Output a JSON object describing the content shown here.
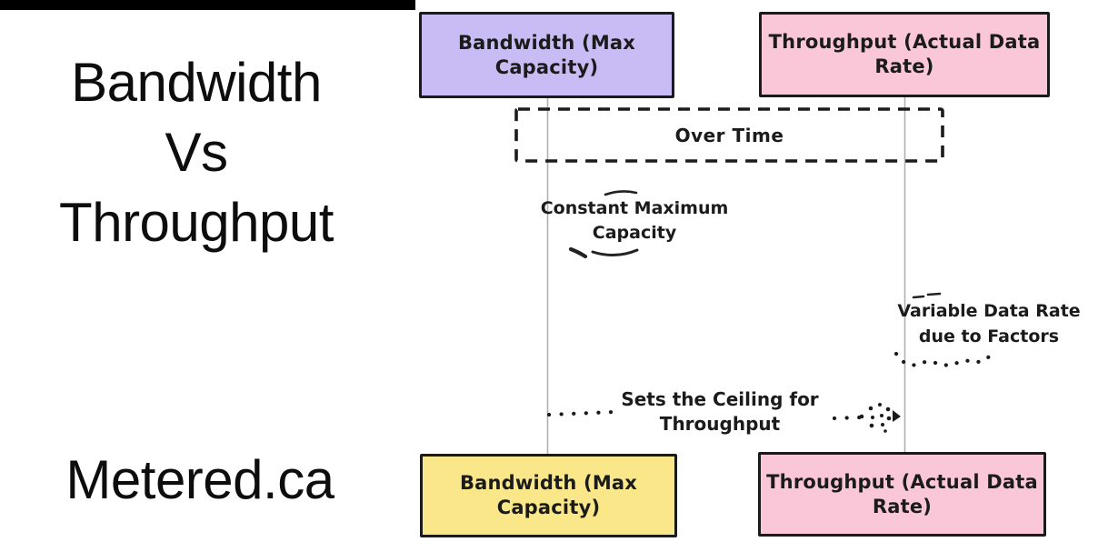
{
  "page": {
    "title": "Bandwidth\nVs\nThroughput",
    "brand": "Metered.ca"
  },
  "diagram": {
    "actors": [
      {
        "id": "bandwidth-top",
        "label": "Bandwidth (Max\nCapacity)",
        "color": "#c9bcf4"
      },
      {
        "id": "throughput-top",
        "label": "Throughput (Actual Data\nRate)",
        "color": "#fac7d9"
      },
      {
        "id": "bandwidth-bottom",
        "label": "Bandwidth (Max\nCapacity)",
        "color": "#fae78a"
      },
      {
        "id": "throughput-bottom",
        "label": "Throughput (Actual Data\nRate)",
        "color": "#fac7d9"
      }
    ],
    "frame_label": "Over Time",
    "notes": {
      "constant": "Constant Maximum\nCapacity",
      "variable": "Variable Data Rate\ndue to Factors",
      "ceiling": "Sets the Ceiling for\nThroughput"
    },
    "colors": {
      "ink": "#1b1b1b",
      "lifeline": "#b0b0b0",
      "purple": "#c9bcf4",
      "pink": "#fac7d9",
      "yellow": "#fae78a",
      "top_bar": "#000000"
    }
  }
}
